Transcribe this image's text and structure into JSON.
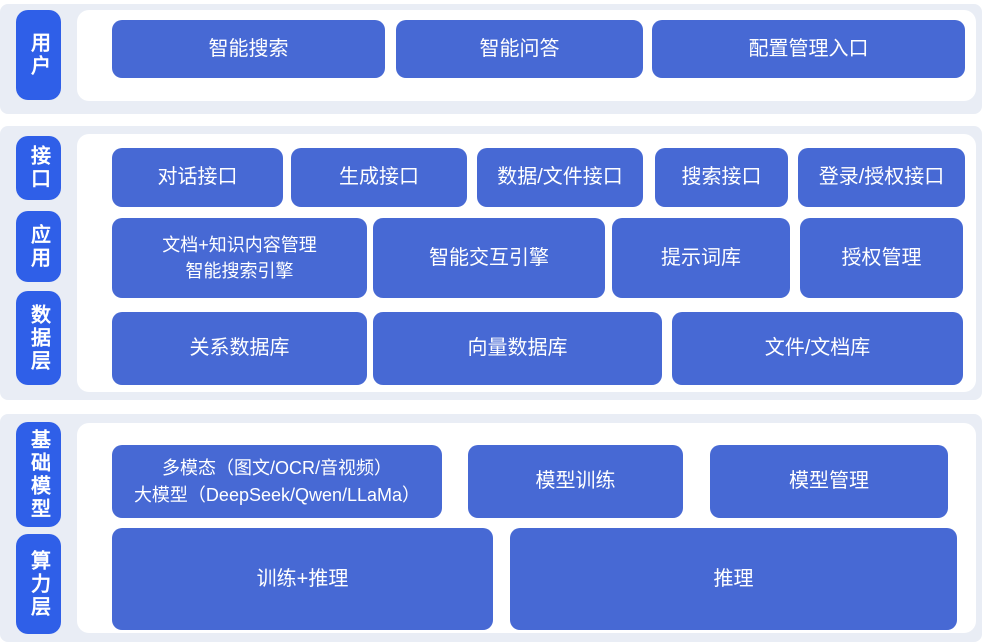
{
  "diagram": {
    "layers": {
      "user": "用户",
      "interface": "接口",
      "application": "应用",
      "data_layer": "数据层",
      "foundation_model": "基础模型",
      "compute_layer": "算力层"
    },
    "blocks": {
      "smart_search": "智能搜索",
      "smart_qa": "智能问答",
      "config_admin_entry": "配置管理入口",
      "dialog_api": "对话接口",
      "generation_api": "生成接口",
      "data_file_api": "数据/文件接口",
      "search_api": "搜索接口",
      "login_auth_api": "登录/授权接口",
      "doc_knowledge_search_engine": "文档+知识内容管理\n智能搜索引擎",
      "interactive_engine": "智能交互引擎",
      "prompt_library": "提示词库",
      "auth_management": "授权管理",
      "relational_db": "关系数据库",
      "vector_db": "向量数据库",
      "file_doc_library": "文件/文档库",
      "multimodal_llm": "多模态（图文/OCR/音视频）\n大模型（DeepSeek/Qwen/LLaMa）",
      "model_training": "模型训练",
      "model_management": "模型管理",
      "training_inference": "训练+推理",
      "inference": "推理"
    },
    "colors": {
      "layer_label_blue": "#2f5fe8",
      "block_blue": "#4769d4",
      "panel_gray": "#e9edf5"
    }
  }
}
